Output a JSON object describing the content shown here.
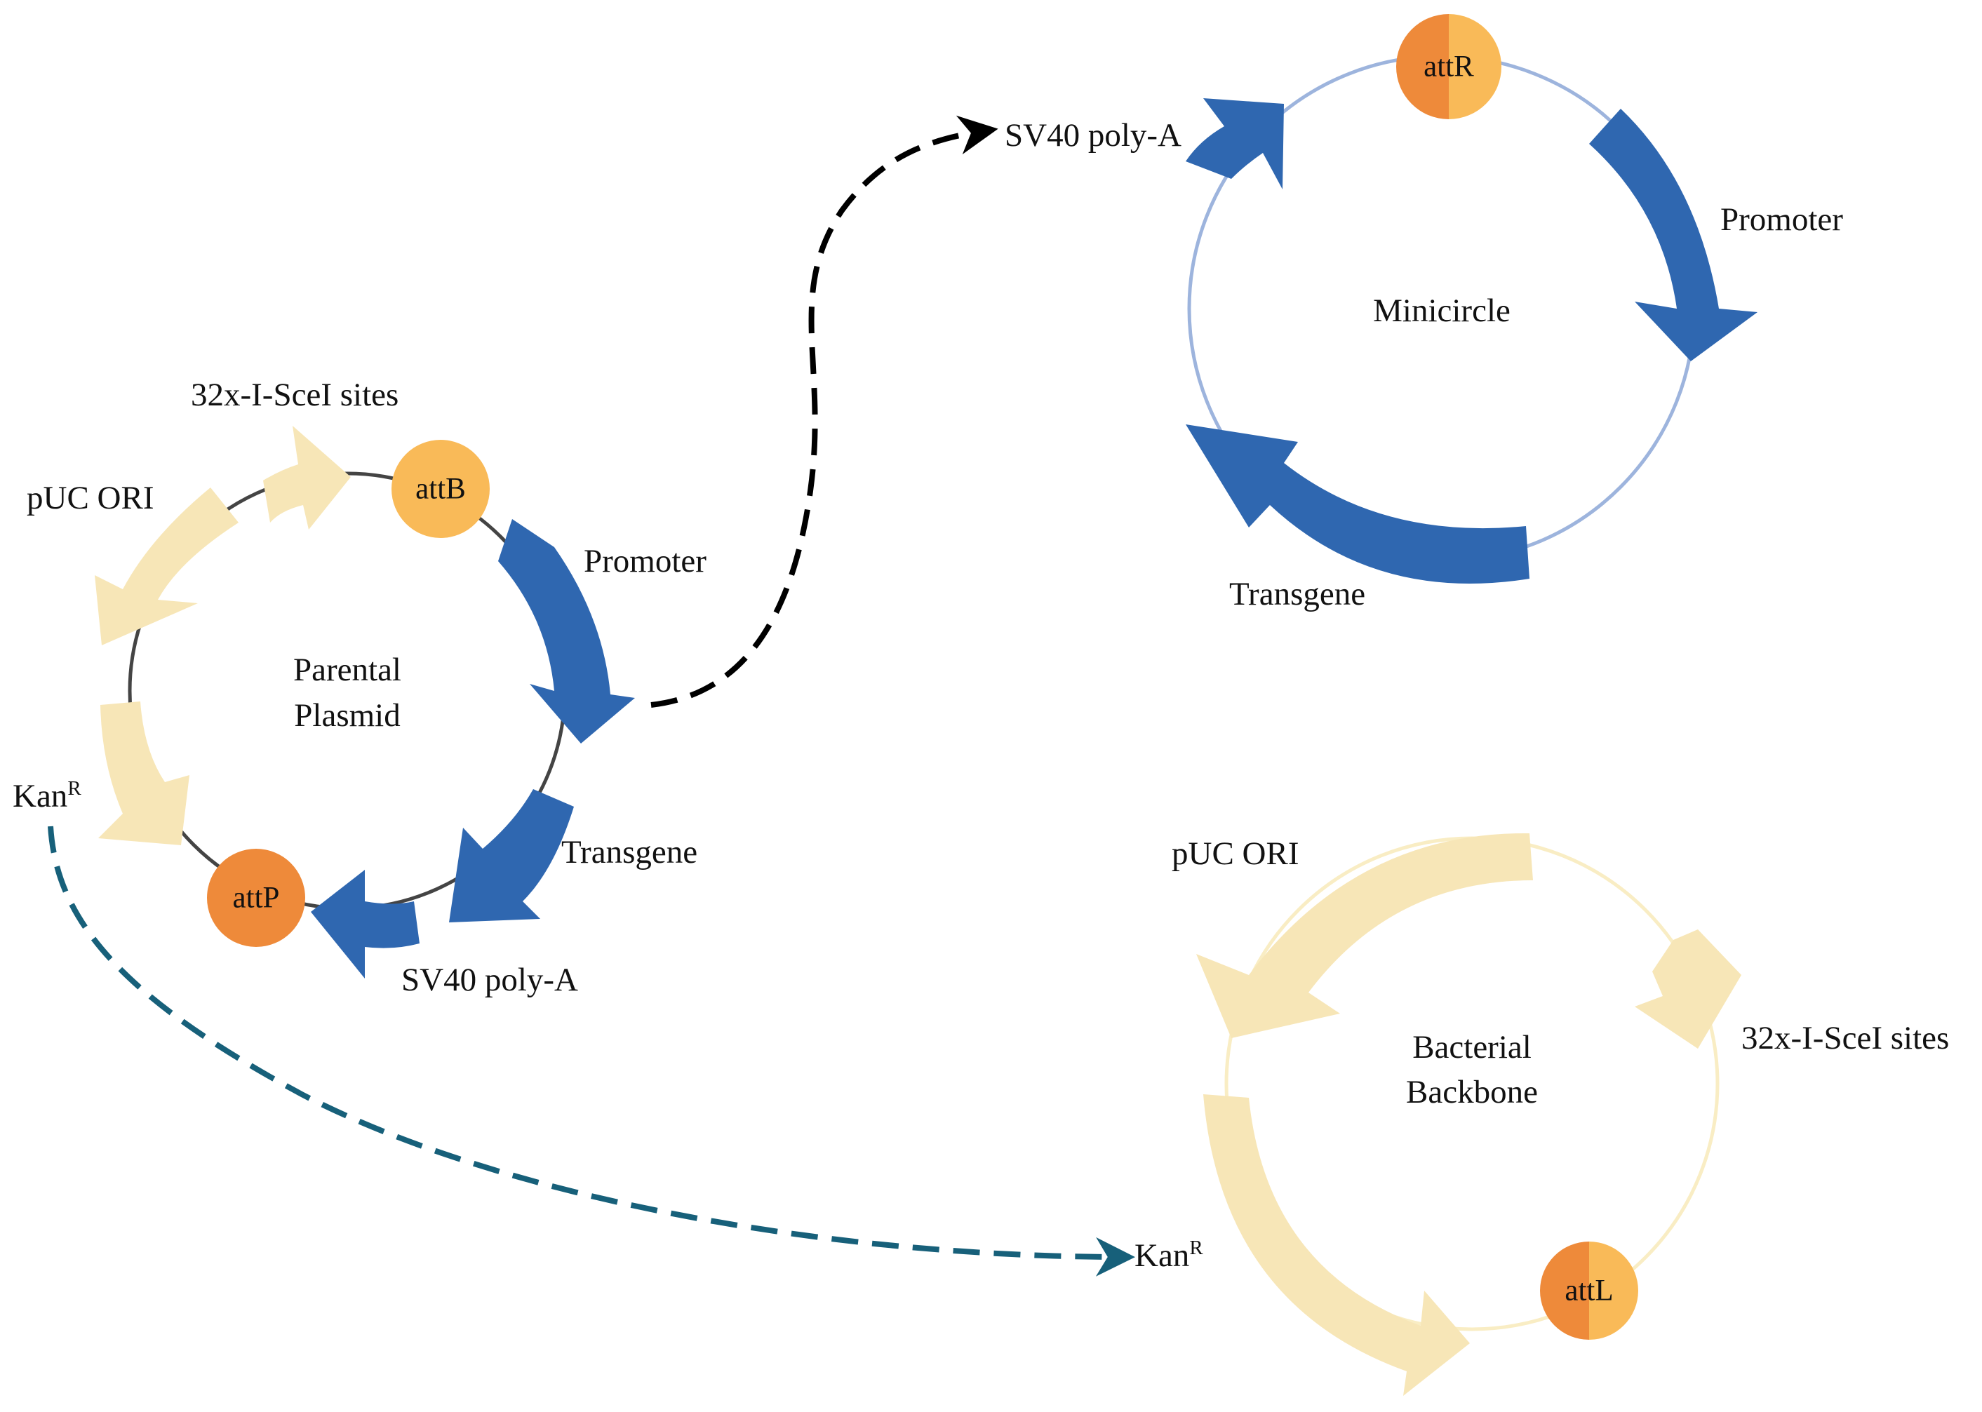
{
  "colors": {
    "blue": "#2F67B0",
    "light_blue_line": "#9DB4DD",
    "cream": "#F7E6B7",
    "cream_line": "#F9EDC4",
    "orange_dark": "#EE8A3A",
    "orange_light": "#F9BA58",
    "dashed_black": "#000000",
    "dashed_teal": "#17607A"
  },
  "parental_plasmid": {
    "title_line1": "Parental",
    "title_line2": "Plasmid",
    "attB": "attB",
    "attP": "attP",
    "promoter": "Promoter",
    "transgene": "Transgene",
    "sv40": "SV40 poly-A",
    "isce": "32x-I-SceI sites",
    "puc": "pUC ORI",
    "kan": "Kan",
    "kan_sup": "R"
  },
  "minicircle": {
    "title": "Minicircle",
    "attR": "attR",
    "sv40": "SV40 poly-A",
    "promoter": "Promoter",
    "transgene": "Transgene"
  },
  "bacterial_backbone": {
    "title_line1": "Bacterial",
    "title_line2": "Backbone",
    "attL": "attL",
    "puc": "pUC ORI",
    "isce": "32x-I-SceI sites",
    "kan": "Kan",
    "kan_sup": "R"
  }
}
